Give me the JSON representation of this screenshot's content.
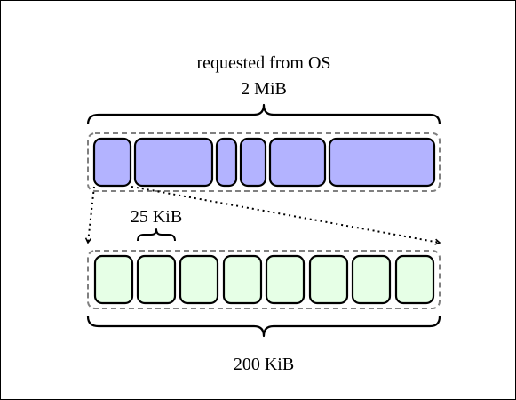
{
  "labels": {
    "requested": "requested from OS",
    "total_size": "2 MiB",
    "unit_size": "25 KiB",
    "pool_size": "200 KiB"
  },
  "colors": {
    "background": "#ffffff",
    "frame_border": "#000000",
    "large_block_fill": "#b3b3ff",
    "small_block_fill": "#e6ffe6",
    "block_stroke": "#000000",
    "dashed_container": "#808080",
    "arrow": "#000000"
  },
  "diagram": {
    "large_block_count": 6,
    "small_block_count": 8
  }
}
